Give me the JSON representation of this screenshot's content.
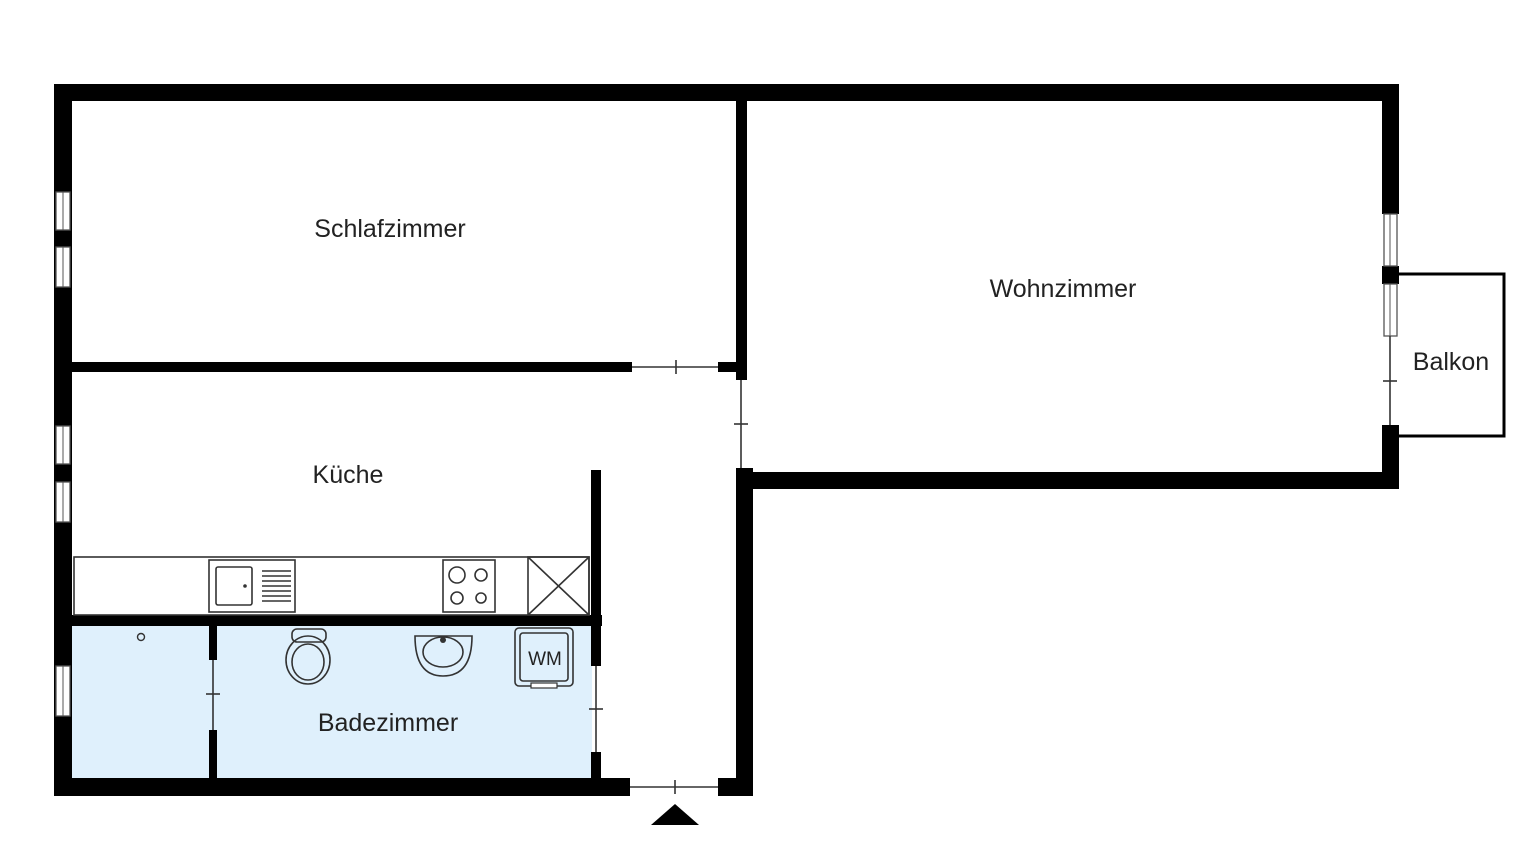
{
  "rooms": {
    "schlafzimmer": "Schlafzimmer",
    "wohnzimmer": "Wohnzimmer",
    "balkon": "Balkon",
    "kueche": "Küche",
    "badezimmer": "Badezimmer"
  },
  "appliances": {
    "washing_machine": "WM"
  },
  "colors": {
    "wall": "#000000",
    "bathroom_fill": "#dff0fc",
    "background": "#ffffff"
  },
  "icons": [
    "entrance-arrow-icon",
    "sink-icon",
    "stove-icon",
    "toilet-icon",
    "washbasin-icon",
    "washing-machine-icon",
    "shower-drain-icon"
  ]
}
